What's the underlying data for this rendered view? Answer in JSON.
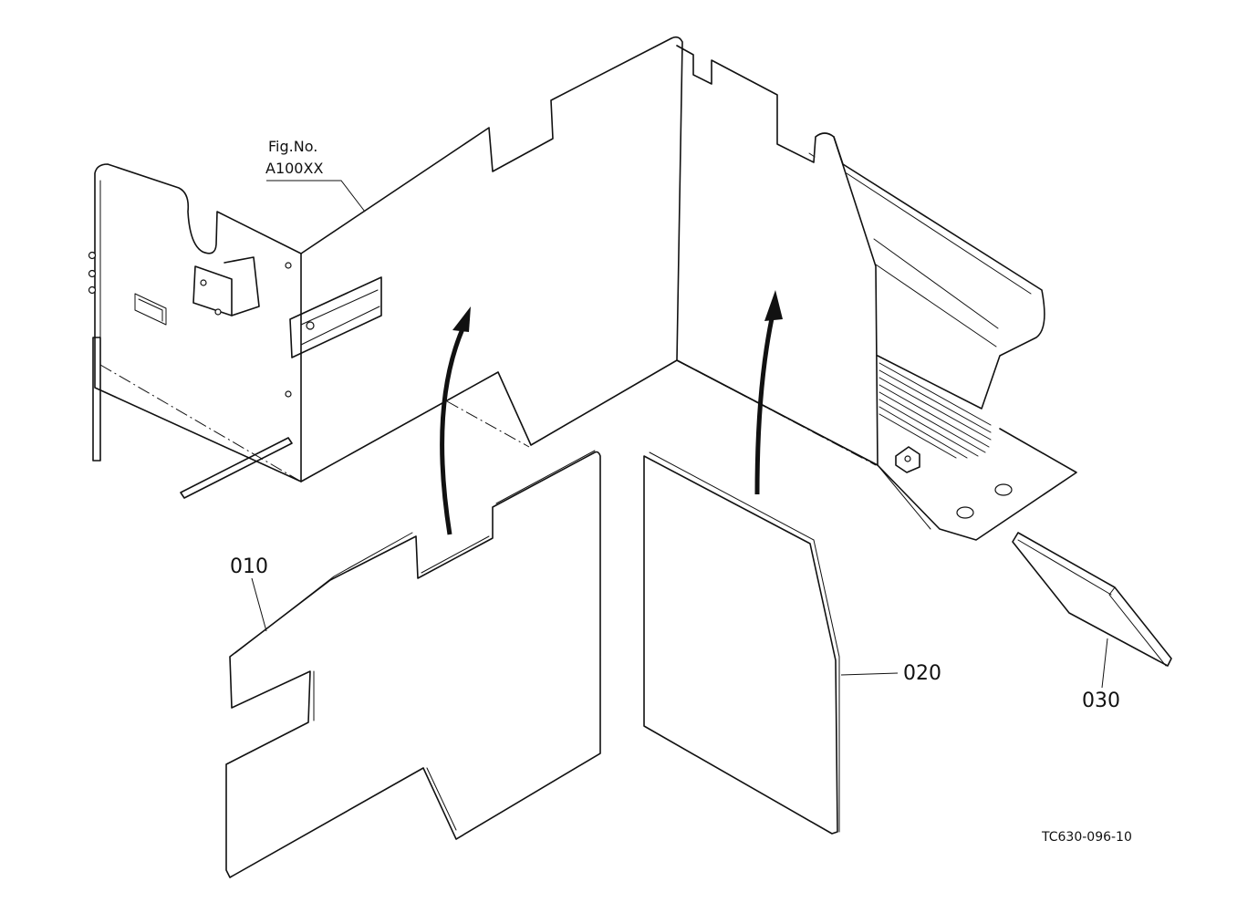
{
  "figure_reference": {
    "line1": "Fig.No.",
    "line2": "A100XX"
  },
  "callouts": [
    {
      "id": "010",
      "text": "010"
    },
    {
      "id": "020",
      "text": "020"
    },
    {
      "id": "030",
      "text": "030"
    }
  ],
  "drawing_number": "TC630-096-10",
  "colors": {
    "line": "#111111",
    "background": "#ffffff"
  }
}
